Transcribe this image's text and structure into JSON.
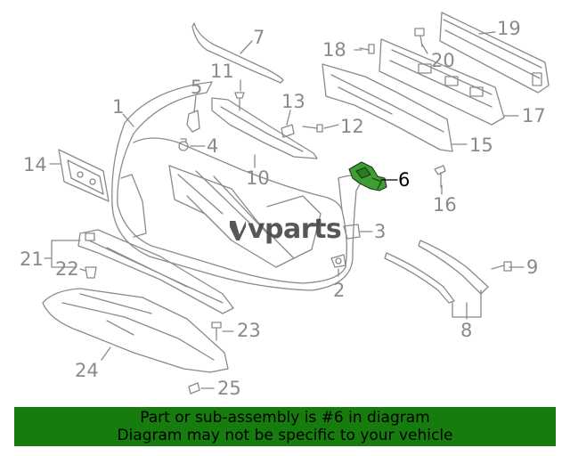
{
  "diagram": {
    "callouts": [
      {
        "id": "1",
        "label": "1"
      },
      {
        "id": "2",
        "label": "2"
      },
      {
        "id": "3",
        "label": "3"
      },
      {
        "id": "4",
        "label": "4"
      },
      {
        "id": "5",
        "label": "5"
      },
      {
        "id": "6",
        "label": "6"
      },
      {
        "id": "7",
        "label": "7"
      },
      {
        "id": "8",
        "label": "8"
      },
      {
        "id": "9",
        "label": "9"
      },
      {
        "id": "10",
        "label": "10"
      },
      {
        "id": "11",
        "label": "11"
      },
      {
        "id": "12",
        "label": "12"
      },
      {
        "id": "13",
        "label": "13"
      },
      {
        "id": "14",
        "label": "14"
      },
      {
        "id": "15",
        "label": "15"
      },
      {
        "id": "16",
        "label": "16"
      },
      {
        "id": "17",
        "label": "17"
      },
      {
        "id": "18",
        "label": "18"
      },
      {
        "id": "19",
        "label": "19"
      },
      {
        "id": "20",
        "label": "20"
      },
      {
        "id": "21",
        "label": "21"
      },
      {
        "id": "22",
        "label": "22"
      },
      {
        "id": "23",
        "label": "23"
      },
      {
        "id": "24",
        "label": "24"
      },
      {
        "id": "25",
        "label": "25"
      }
    ],
    "highlighted_part": "6",
    "highlight_color": "#3f9d33",
    "line_color": "#8a8a8a"
  },
  "watermark": {
    "logo_text": "vparts"
  },
  "banner": {
    "line1": "Part or sub-assembly is #6 in diagram",
    "line2": "Diagram may not be specific to your vehicle",
    "background": "#177c0e"
  }
}
